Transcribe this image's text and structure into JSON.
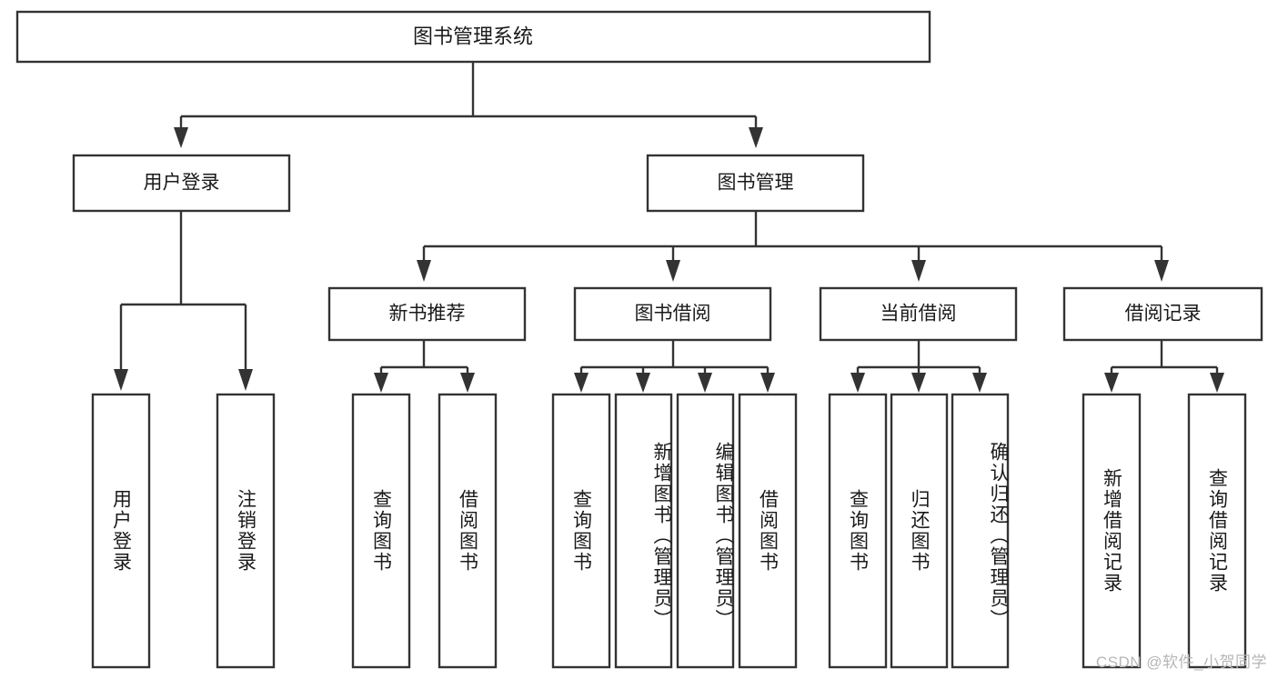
{
  "diagram": {
    "title": "图书管理系统",
    "type": "hierarchy-tree",
    "orientation": "top-down",
    "levels": 4,
    "colors": {
      "box_fill": "#ffffff",
      "box_stroke": "#333333",
      "text": "#1a1a1a",
      "watermark": "#b6b6b6",
      "background": "#ffffff"
    }
  },
  "root": {
    "label": "图书管理系统"
  },
  "level2": [
    {
      "id": "user-login",
      "label": "用户登录"
    },
    {
      "id": "book-management",
      "label": "图书管理"
    }
  ],
  "level3": [
    {
      "id": "new-book-recommend",
      "label": "新书推荐",
      "parent": "book-management"
    },
    {
      "id": "book-borrow",
      "label": "图书借阅",
      "parent": "book-management"
    },
    {
      "id": "current-borrow",
      "label": "当前借阅",
      "parent": "book-management"
    },
    {
      "id": "borrow-record",
      "label": "借阅记录",
      "parent": "book-management"
    }
  ],
  "leaves": {
    "user-login": [
      {
        "id": "leaf-user-login",
        "label": "用户登录"
      },
      {
        "id": "leaf-user-logout",
        "label": "注销登录"
      }
    ],
    "new-book-recommend": [
      {
        "id": "leaf-query-book-1",
        "label": "查询图书"
      },
      {
        "id": "leaf-borrow-book-1",
        "label": "借阅图书"
      }
    ],
    "book-borrow": [
      {
        "id": "leaf-query-book-2",
        "label": "查询图书"
      },
      {
        "id": "leaf-add-book",
        "label": "新增图书（管理员）"
      },
      {
        "id": "leaf-edit-book",
        "label": "编辑图书（管理员）"
      },
      {
        "id": "leaf-borrow-book-2",
        "label": "借阅图书"
      }
    ],
    "current-borrow": [
      {
        "id": "leaf-query-book-3",
        "label": "查询图书"
      },
      {
        "id": "leaf-return-book",
        "label": "归还图书"
      },
      {
        "id": "leaf-confirm-return",
        "label": "确认归还（管理员）"
      }
    ],
    "borrow-record": [
      {
        "id": "leaf-add-record",
        "label": "新增借阅记录"
      },
      {
        "id": "leaf-query-record",
        "label": "查询借阅记录"
      }
    ]
  },
  "watermark": {
    "text": "CSDN @软件_小贺同学"
  }
}
